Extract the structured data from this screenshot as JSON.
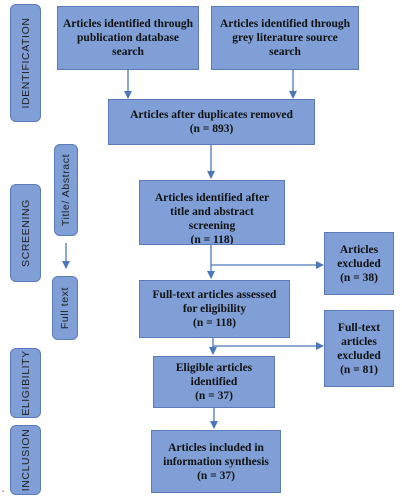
{
  "stages": {
    "identification": "IDENTIFICATION",
    "screening": "SCREENING",
    "title_abstract": "Title/ Abstract",
    "full_text": "Full text",
    "eligibility": "ELIGIBILITY",
    "inclusion": "INCLUSION"
  },
  "boxes": {
    "database_search": [
      "Articles identified through",
      "publication database",
      "search"
    ],
    "grey_literature": [
      "Articles identified through",
      "grey literature source",
      "search"
    ],
    "duplicates_removed": [
      "Articles after duplicates removed",
      "(n = 893)"
    ],
    "title_abstract_screening": [
      "Articles identified after",
      "title and abstract",
      "screening",
      "(n = 118)"
    ],
    "excluded_screening": [
      "Articles",
      "excluded",
      "(n = 38)"
    ],
    "full_text_assessed": [
      "Full-text articles assessed",
      "for eligibility",
      "(n = 118)"
    ],
    "full_text_excluded": [
      "Full-text",
      "articles",
      "excluded",
      "(n = 81)"
    ],
    "eligible": [
      "Eligible articles",
      "identified",
      "(n = 37)"
    ],
    "included": [
      "Articles included in",
      "information synthesis",
      "(n = 37)"
    ]
  },
  "colors": {
    "box_fill": "#7f9fd6",
    "box_border": "#5a7ab8",
    "arrow": "#4a78b8"
  }
}
